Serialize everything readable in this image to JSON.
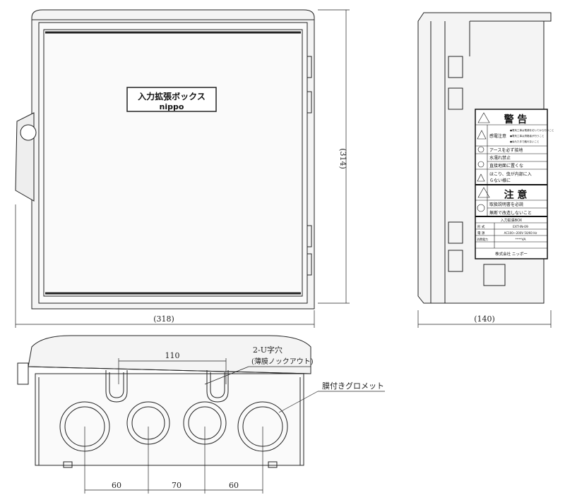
{
  "front_view": {
    "label_title": "入力拡張ボックス",
    "label_brand": "nippo"
  },
  "dimensions": {
    "width": "(318)",
    "height": "(314)",
    "depth": "(140)",
    "slot_pitch": "110",
    "hole_pitch_1": "60",
    "hole_pitch_2": "70",
    "hole_pitch_3": "60"
  },
  "callouts": {
    "slot": "2-U字穴",
    "slot_note": "(薄膜ノックアウト)",
    "grommet": "膜付きグロメット"
  },
  "warning_label": {
    "warning_title": "警 告",
    "shock": "感電注意",
    "shock_notes": [
      "●電気工事は電源を切ってから行うこと",
      "●電気工事は資格者が行うこと",
      "●ぬれた手で触れないこと"
    ],
    "earth": "アースを必ず接地",
    "water": "水濡れ禁止",
    "ground": "直接地面に置くな",
    "dust_1": "ほこり、虫が内部に入",
    "dust_2": "らない様に",
    "caution_title": "注 意",
    "manual": "取扱説明書を必読",
    "modify": "無断で改造しないこと",
    "product": "入力拡張BOX",
    "rows": [
      {
        "key": "形 式",
        "value": "EXT-IN-09"
      },
      {
        "key": "電 源",
        "value": "AC100～200V 50/60 Hz"
      },
      {
        "key": "消費電力",
        "value": "****VA"
      }
    ],
    "maker": "株式会社 ニッポー"
  }
}
